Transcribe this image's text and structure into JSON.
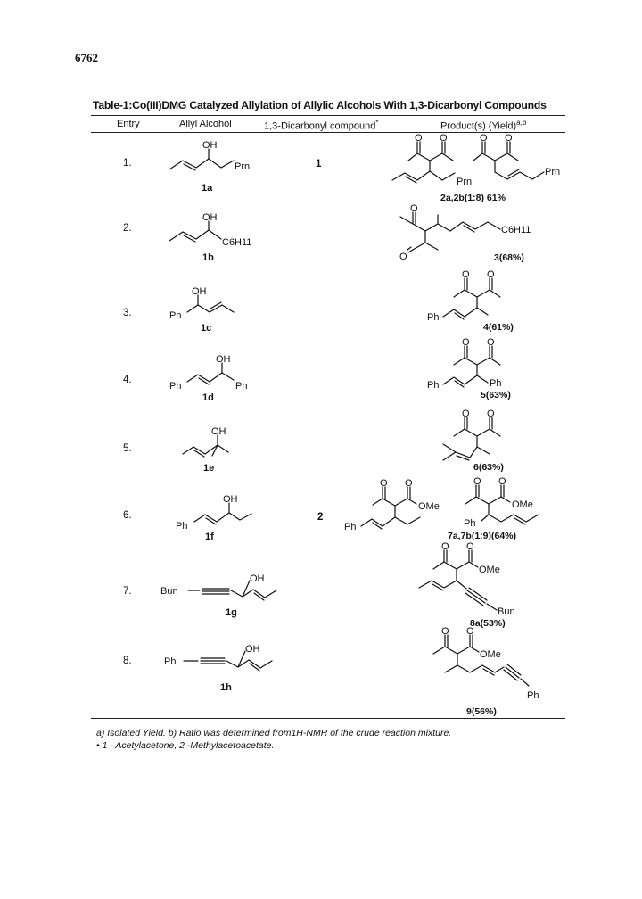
{
  "page_number": "6762",
  "table": {
    "title": "Table-1:Co(III)DMG Catalyzed Allylation of Allylic Alcohols With 1,3-Dicarbonyl Compounds",
    "headers": {
      "entry": "Entry",
      "allyl_alcohol": "Allyl Alcohol",
      "dicarbonyl": "1,3-Dicarbonyl compound",
      "dicarbonyl_mark": "*",
      "product": "Product(s) (Yield)",
      "product_sup": "a,b"
    },
    "rows": [
      {
        "entry": "1.",
        "dicarbonyl": "1",
        "alcohol_label": "1a",
        "product_label": "2a,2b(1:8) 61%"
      },
      {
        "entry": "2.",
        "dicarbonyl": "",
        "alcohol_label": "1b",
        "product_label": "3(68%)"
      },
      {
        "entry": "3.",
        "dicarbonyl": "",
        "alcohol_label": "1c",
        "product_label": "4(61%)"
      },
      {
        "entry": "4.",
        "dicarbonyl": "",
        "alcohol_label": "1d",
        "product_label": "5(63%)"
      },
      {
        "entry": "5.",
        "dicarbonyl": "",
        "alcohol_label": "1e",
        "product_label": "6(63%)"
      },
      {
        "entry": "6.",
        "dicarbonyl": "2",
        "alcohol_label": "1f",
        "product_label": "7a,7b(1:9)(64%)"
      },
      {
        "entry": "7.",
        "dicarbonyl": "",
        "alcohol_label": "1g",
        "product_label": "8a(53%)"
      },
      {
        "entry": "8.",
        "dicarbonyl": "",
        "alcohol_label": "1h",
        "product_label": "9(56%)"
      }
    ]
  },
  "atoms": {
    "OH": "OH",
    "O": "O",
    "Prn": "Prn",
    "C6H11": "C6H11",
    "Ph": "Ph",
    "OMe": "OMe",
    "Bun": "Bun"
  },
  "footnotes": {
    "line1": "a) Isolated Yield.   b) Ratio was determined from1H-NMR of the crude reaction mixture.",
    "line2": "• 1 - Acetylacetone, 2  -Methylacetoacetate."
  }
}
